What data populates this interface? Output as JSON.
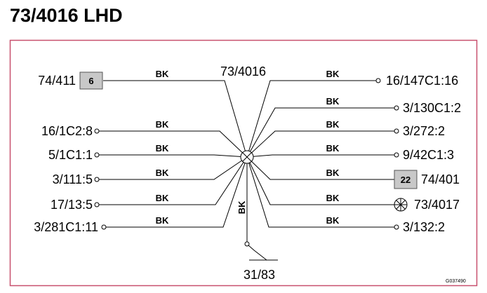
{
  "title": "73/4016 LHD",
  "splice_label": "73/4016",
  "wire_color": "BK",
  "left_wires": [
    {
      "id": "74/411",
      "connector": "6"
    },
    {
      "id": "16/1C2:8"
    },
    {
      "id": "5/1C1:1"
    },
    {
      "id": "3/111:5"
    },
    {
      "id": "17/13:5"
    },
    {
      "id": "3/281C1:11"
    }
  ],
  "right_wires": [
    {
      "id": "16/147C1:16"
    },
    {
      "id": "3/130C1:2"
    },
    {
      "id": "3/272:2"
    },
    {
      "id": "9/42C1:3"
    },
    {
      "id": "74/401",
      "connector": "22"
    },
    {
      "id": "73/4017",
      "lamp": true
    },
    {
      "id": "3/132:2"
    }
  ],
  "ground": "31/83",
  "drawing_code": "G037490",
  "colors": {
    "frame": "#c8506e",
    "line": "#000000",
    "connector_fill": "#c8c8c8"
  }
}
